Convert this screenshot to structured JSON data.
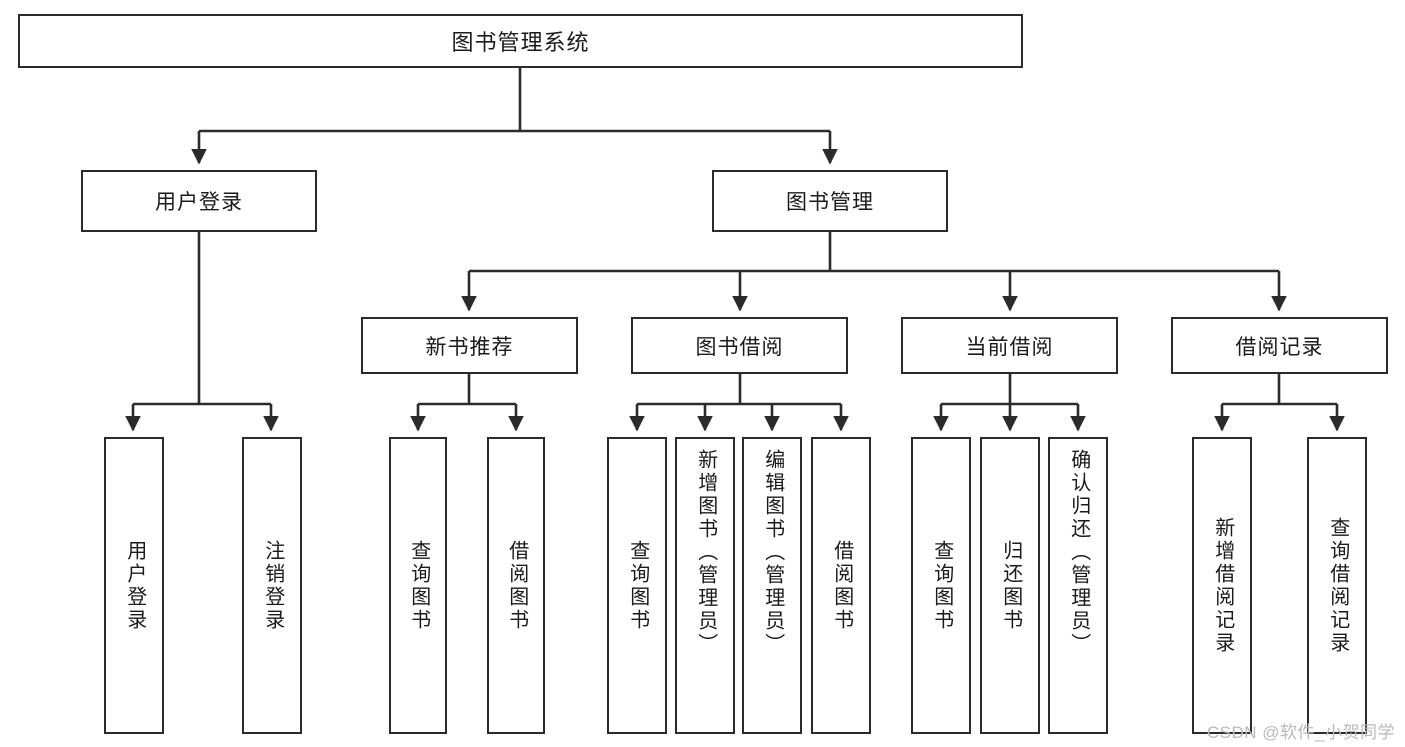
{
  "diagram": {
    "title": "图书管理系统",
    "type": "tree-hierarchy",
    "watermark": "CSDN @软件_小贺同学",
    "colors": {
      "stroke": "#2b2b2b",
      "fill": "#ffffff",
      "text": "#1a1a1a",
      "watermark": "#b9b9b9"
    },
    "root": {
      "label": "图书管理系统"
    },
    "level2": [
      {
        "id": "user-login",
        "label": "用户登录"
      },
      {
        "id": "book-manage",
        "label": "图书管理"
      }
    ],
    "level3": [
      {
        "id": "new-book-recommend",
        "label": "新书推荐",
        "parent": "book-manage"
      },
      {
        "id": "book-borrow",
        "label": "图书借阅",
        "parent": "book-manage"
      },
      {
        "id": "current-borrow",
        "label": "当前借阅",
        "parent": "book-manage"
      },
      {
        "id": "borrow-record",
        "label": "借阅记录",
        "parent": "book-manage"
      }
    ],
    "leaves": {
      "user-login": [
        {
          "id": "leaf-user-login",
          "label": "用户登录"
        },
        {
          "id": "leaf-logout",
          "label": "注销登录"
        }
      ],
      "new-book-recommend": [
        {
          "id": "leaf-query-book-1",
          "label": "查询图书"
        },
        {
          "id": "leaf-borrow-book-1",
          "label": "借阅图书"
        }
      ],
      "book-borrow": [
        {
          "id": "leaf-query-book-2",
          "label": "查询图书"
        },
        {
          "id": "leaf-add-book",
          "label": "新增图书（管理员）"
        },
        {
          "id": "leaf-edit-book",
          "label": "编辑图书（管理员）"
        },
        {
          "id": "leaf-borrow-book-2",
          "label": "借阅图书"
        }
      ],
      "current-borrow": [
        {
          "id": "leaf-query-book-3",
          "label": "查询图书"
        },
        {
          "id": "leaf-return-book",
          "label": "归还图书"
        },
        {
          "id": "leaf-confirm-return",
          "label": "确认归还（管理员）"
        }
      ],
      "borrow-record": [
        {
          "id": "leaf-add-record",
          "label": "新增借阅记录"
        },
        {
          "id": "leaf-query-record",
          "label": "查询借阅记录"
        }
      ]
    }
  }
}
